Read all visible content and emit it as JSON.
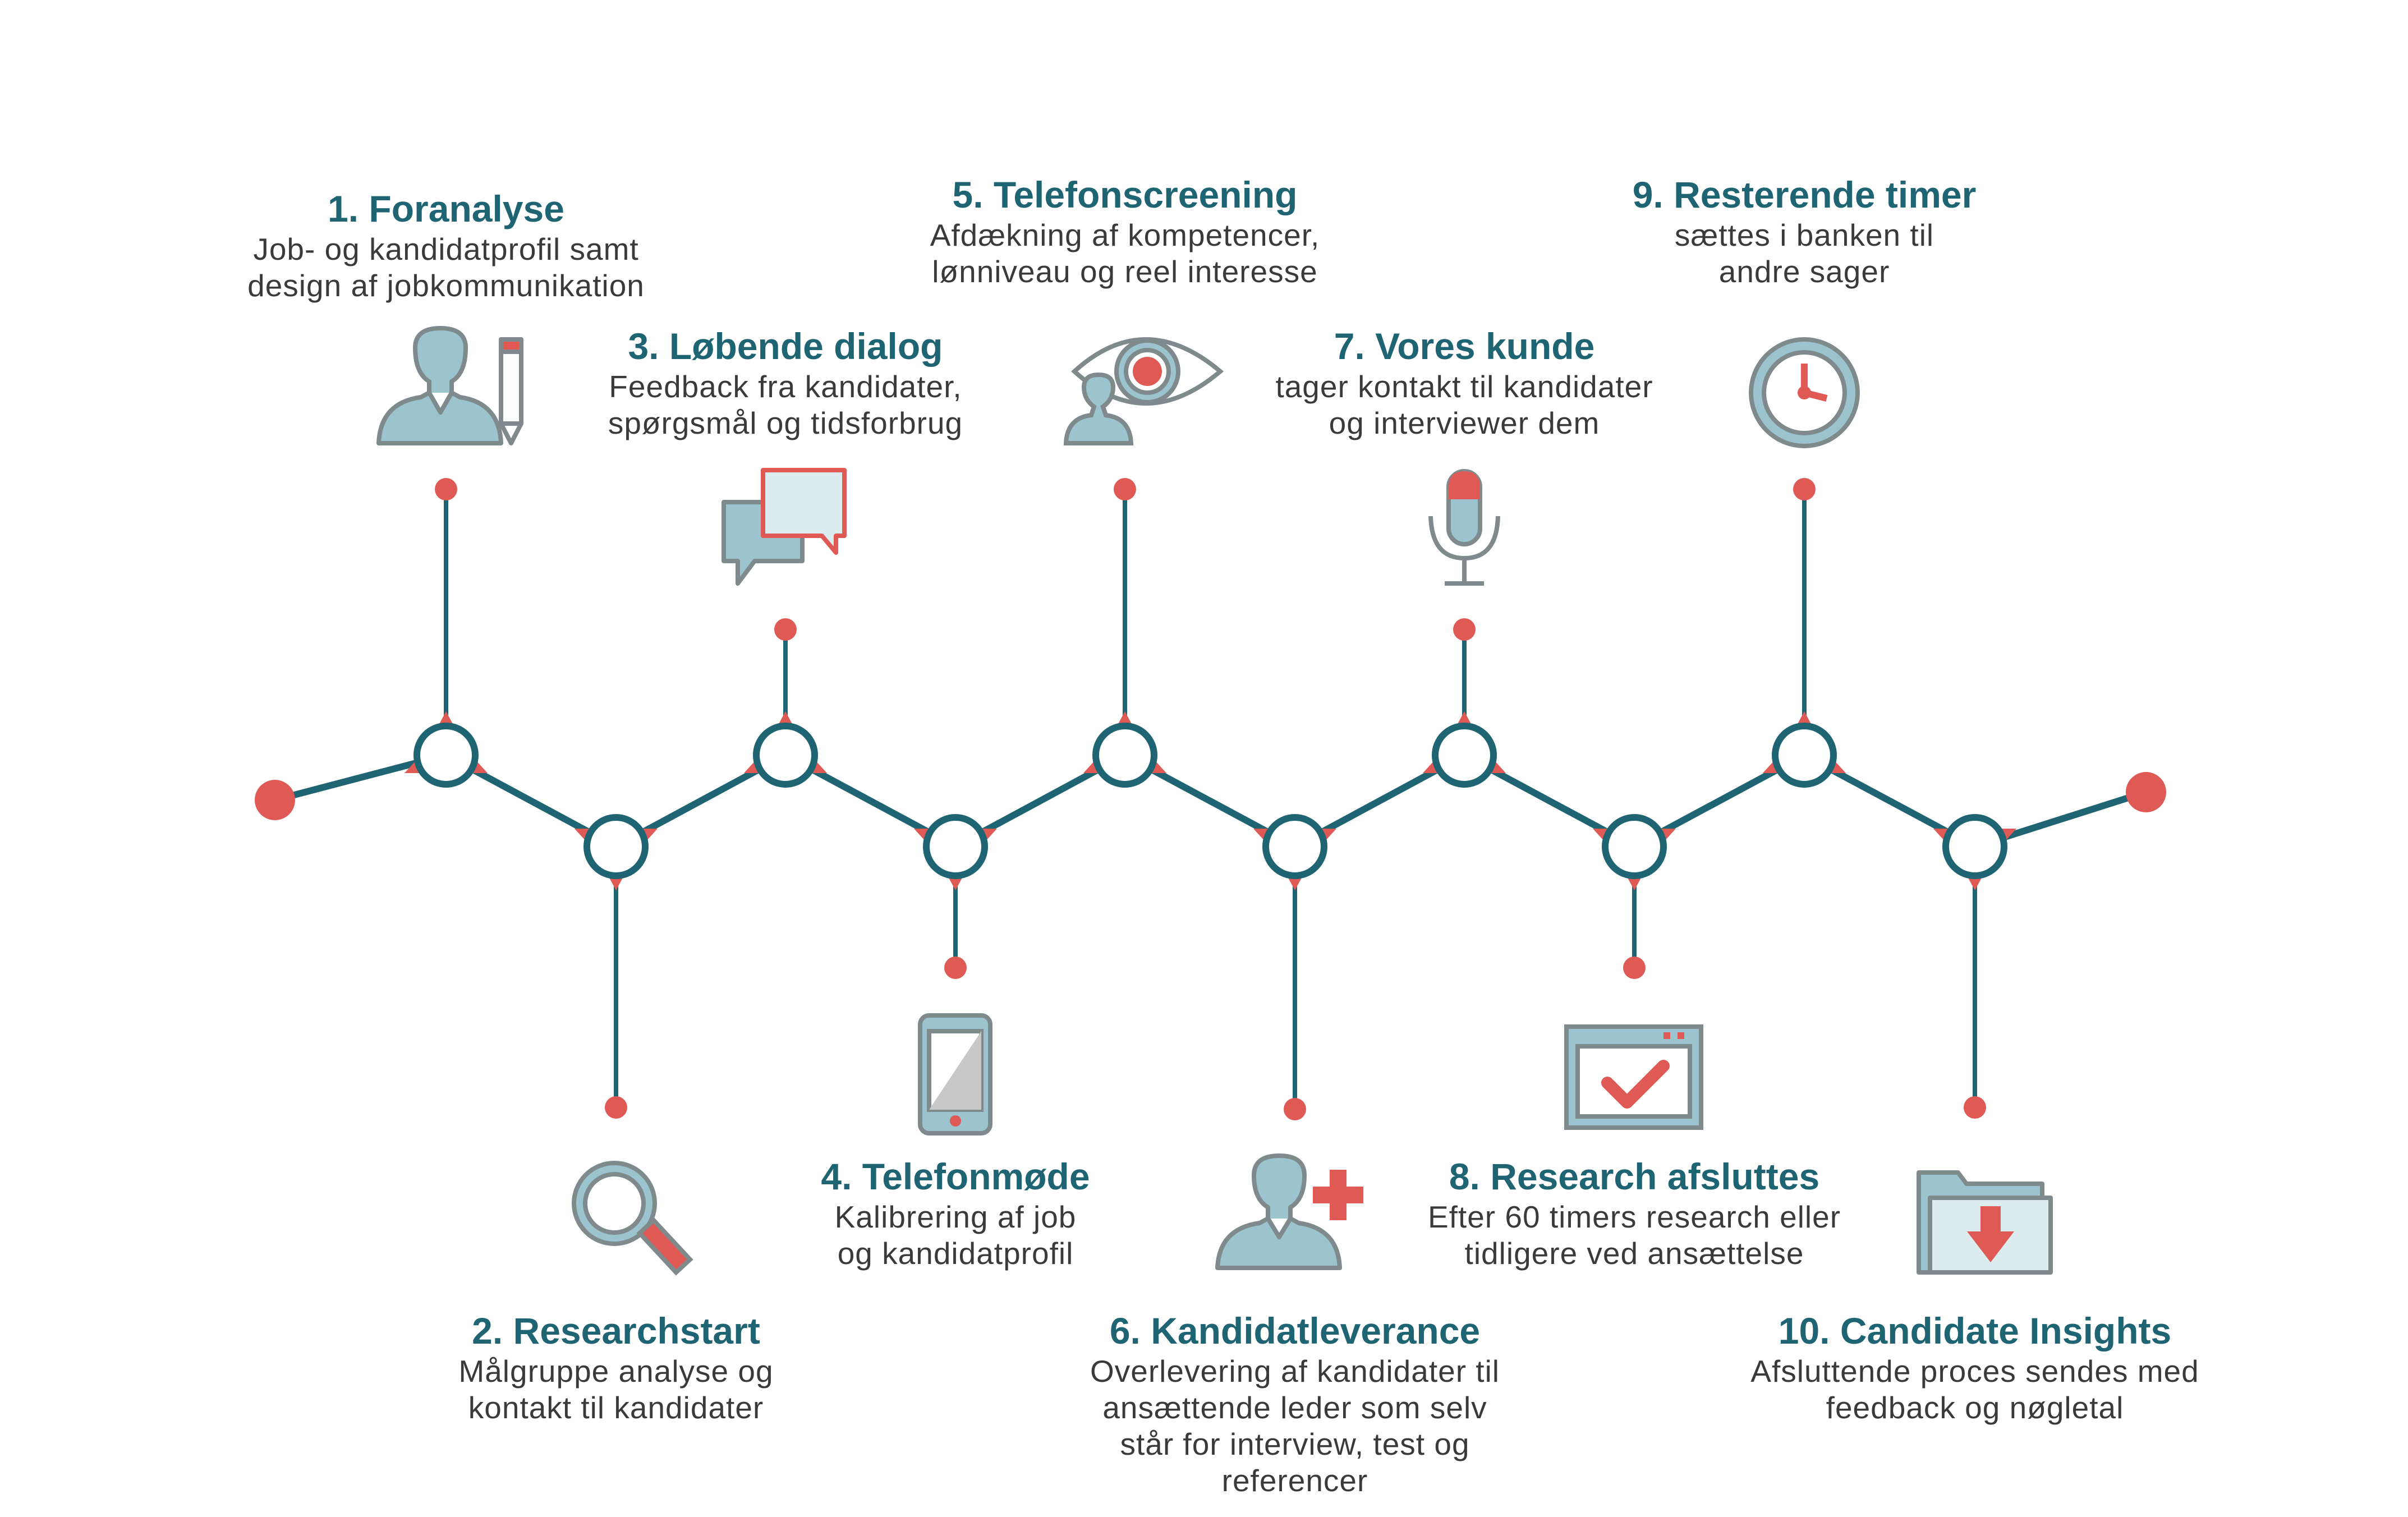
{
  "colors": {
    "teal": "#1f6473",
    "red": "#e05a55",
    "icon_fill": "#9cc4cf",
    "icon_stroke": "#7f8a8d",
    "text": "#3a3a3a"
  },
  "steps": [
    {
      "title": "1. Foranalyse",
      "desc": [
        "Job- og kandidatprofil samt",
        "design af jobkommunikation"
      ],
      "icon": "person-pencil-icon"
    },
    {
      "title": "2. Researchstart",
      "desc": [
        "Målgruppe analyse og",
        "kontakt til kandidater"
      ],
      "icon": "magnifier-icon"
    },
    {
      "title": "3. Løbende dialog",
      "desc": [
        "Feedback fra kandidater,",
        "spørgsmål og tidsforbrug"
      ],
      "icon": "chat-bubbles-icon"
    },
    {
      "title": "4. Telefonmøde",
      "desc": [
        "Kalibrering af job",
        "og kandidatprofil"
      ],
      "icon": "smartphone-icon"
    },
    {
      "title": "5. Telefonscreening",
      "desc": [
        "Afdækning af kompetencer,",
        "lønniveau og reel interesse"
      ],
      "icon": "eye-person-icon"
    },
    {
      "title": "6. Kandidatleverance",
      "desc": [
        "Overlevering af kandidater til",
        "ansættende leder som selv",
        "står for interview, test og",
        "referencer"
      ],
      "icon": "person-plus-icon"
    },
    {
      "title": "7.  Vores kunde",
      "desc": [
        "tager kontakt til kandidater",
        "og interviewer dem"
      ],
      "icon": "microphone-icon"
    },
    {
      "title": "8. Research afsluttes",
      "desc": [
        "Efter 60 timers research eller",
        "tidligere ved ansættelse"
      ],
      "icon": "browser-check-icon"
    },
    {
      "title": "9. Resterende timer",
      "desc": [
        "sættes i banken til",
        "andre sager"
      ],
      "icon": "clock-icon"
    },
    {
      "title": "10. Candidate Insights",
      "desc": [
        "Afsluttende proces sendes med",
        "feedback og nøgletal"
      ],
      "icon": "folder-download-icon"
    }
  ]
}
